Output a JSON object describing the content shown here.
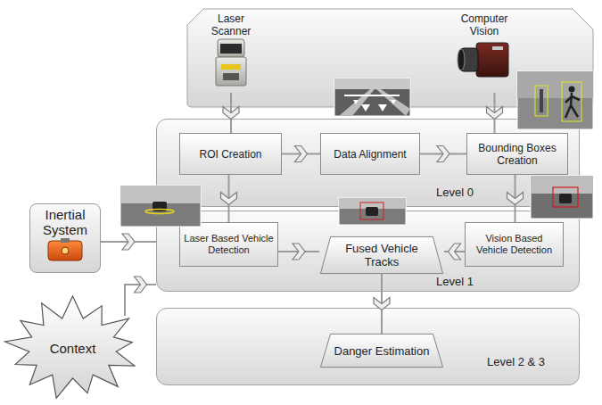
{
  "diagram": {
    "nodes": [
      {
        "text": [
          "Laser Scanner"
        ]
      },
      {
        "text": [
          "Computer Vision"
        ]
      },
      {
        "text": [
          "Level 0"
        ]
      },
      {
        "text": [
          "ROI Creation"
        ],
        "in": 2
      },
      {
        "text": [
          "Data Alignment"
        ],
        "in": 2
      },
      {
        "text": [
          "Bounding Boxes Creation"
        ],
        "in": 2
      },
      {
        "text": [
          "Inertial System"
        ]
      },
      {
        "text": [
          "Level 1"
        ]
      },
      {
        "text": [
          "Laser Based Vehicle Detection"
        ],
        "in": 7
      },
      {
        "text": [
          "Fused Vehicle Tracks"
        ],
        "in": 7
      },
      {
        "text": [
          "Vision Based Vehicle Detection"
        ],
        "in": 7
      },
      {
        "text": [
          "Context"
        ]
      },
      {
        "text": [
          "Level 2 & 3"
        ]
      },
      {
        "text": [
          "Danger Estimation"
        ],
        "in": 12
      }
    ],
    "edges": [
      {
        "from": 0,
        "to": 3,
        "arrow": "to"
      },
      {
        "from": 1,
        "to": 5,
        "arrow": "to"
      },
      {
        "from": 3,
        "to": 4,
        "arrow": "to"
      },
      {
        "from": 4,
        "to": 5,
        "arrow": "to"
      },
      {
        "from": 3,
        "to": 8,
        "arrow": "to"
      },
      {
        "from": 5,
        "to": 10,
        "arrow": "to"
      },
      {
        "from": 8,
        "to": 9,
        "arrow": "to"
      },
      {
        "from": 10,
        "to": 9,
        "arrow": "to"
      },
      {
        "from": 6,
        "to": 7,
        "arrow": "to"
      },
      {
        "from": 11,
        "to": 7,
        "arrow": "to"
      },
      {
        "from": 9,
        "to": 13,
        "arrow": "to"
      }
    ]
  }
}
